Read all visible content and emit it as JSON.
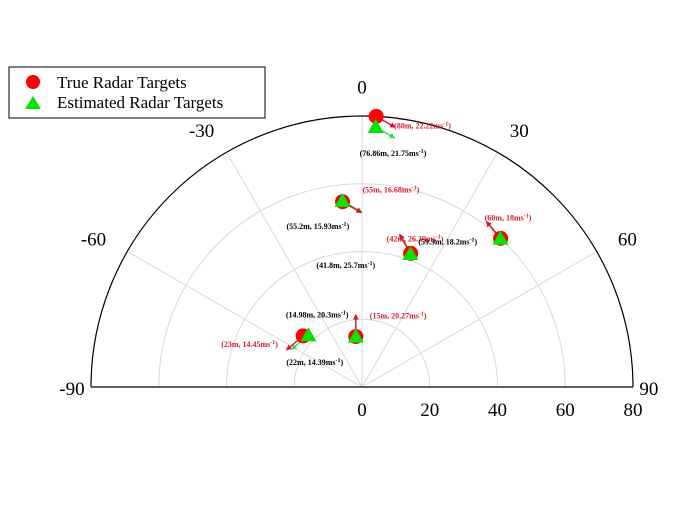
{
  "chart_data": {
    "type": "scatter",
    "coordinate_system": "polar",
    "angle_ticks": [
      "-90",
      "-60",
      "-30",
      "0",
      "30",
      "60",
      "90"
    ],
    "range_ticks": [
      "0",
      "20",
      "40",
      "60",
      "80"
    ],
    "range_max": 80,
    "angle_range_deg": [
      -90,
      90
    ],
    "legend": {
      "placement": "top-left",
      "entries": [
        {
          "label": "True Radar Targets",
          "marker": "circle",
          "color": "#ff0000"
        },
        {
          "label": "Estimated Radar Targets",
          "marker": "triangle",
          "color": "#00e600"
        }
      ]
    },
    "true_targets": [
      {
        "range": 80,
        "angle_deg": 3,
        "label": "(80m, 22.22ms",
        "sup": "-1",
        "close": ")",
        "vel_angle_deg": 120
      },
      {
        "range": 55,
        "angle_deg": -6,
        "label": "(55m, 16.68ms",
        "sup": "-1",
        "close": ")",
        "vel_angle_deg": 120
      },
      {
        "range": 60,
        "angle_deg": 43,
        "label": "(60m, 18ms",
        "sup": "-1",
        "close": ")",
        "vel_angle_deg": -40
      },
      {
        "range": 42,
        "angle_deg": 20,
        "label": "(42m, 26.39ms",
        "sup": "-1",
        "close": ")",
        "vel_angle_deg": -30
      },
      {
        "range": 15,
        "angle_deg": -7,
        "label": "(15m, 20.27ms",
        "sup": "-1",
        "close": ")",
        "vel_angle_deg": 0
      },
      {
        "range": 23,
        "angle_deg": -49,
        "label": "(23m, 14.45ms",
        "sup": "-1",
        "close": ")",
        "vel_angle_deg": -130
      }
    ],
    "estimated_targets": [
      {
        "range": 76.86,
        "angle_deg": 3,
        "label": "(76.86m, 21.75ms",
        "sup": "-1",
        "close": ")",
        "vel_angle_deg": 120
      },
      {
        "range": 55.2,
        "angle_deg": -6,
        "label": "(55.2m, 15.93ms",
        "sup": "-1",
        "close": ")",
        "vel_angle_deg": 120
      },
      {
        "range": 59.9,
        "angle_deg": 43,
        "label": "(59.9m, 18.2ms",
        "sup": "-1",
        "close": ")",
        "vel_angle_deg": -40
      },
      {
        "range": 41.8,
        "angle_deg": 20,
        "label": "(41.8m, 25.7ms",
        "sup": "-1",
        "close": ")",
        "vel_angle_deg": -30
      },
      {
        "range": 14.98,
        "angle_deg": -7,
        "label": "(14.98m, 20.3ms",
        "sup": "-1",
        "close": ")",
        "vel_angle_deg": 0
      },
      {
        "range": 22,
        "angle_deg": -46,
        "label": "(22m, 14.39ms",
        "sup": "-1",
        "close": ")",
        "vel_angle_deg": -130
      }
    ],
    "colors": {
      "true_marker": "#ff0000",
      "est_marker": "#00e600",
      "true_arrow": "#e0102a",
      "est_arrow": "#33dd55",
      "grid": "#d9d9d9",
      "frame": "#000000"
    }
  }
}
